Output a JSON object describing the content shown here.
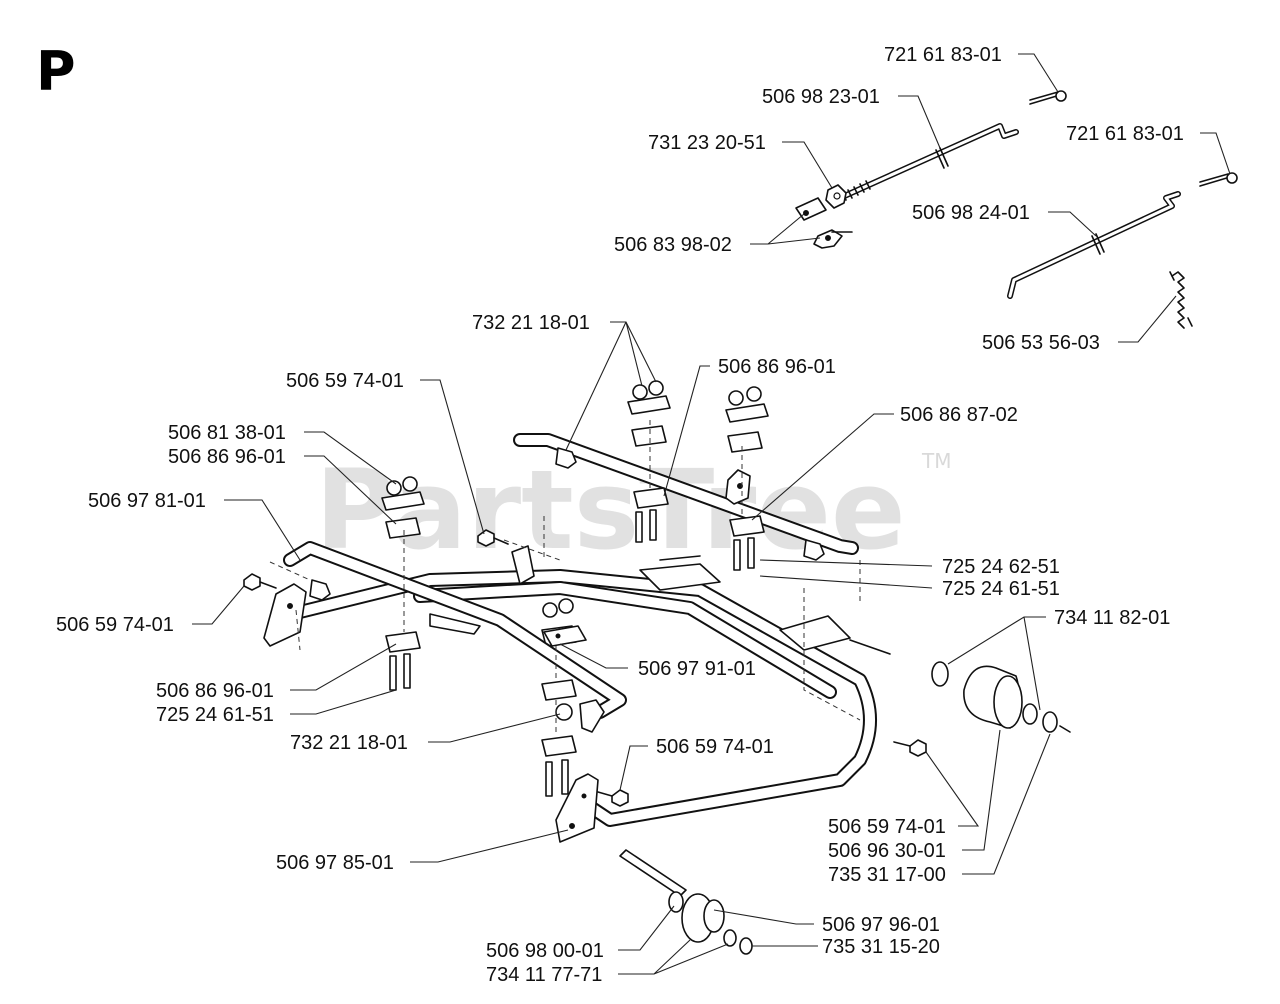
{
  "section": {
    "letter": "P"
  },
  "watermark": {
    "text": "PartsTree",
    "trademark": "TM"
  },
  "labels": {
    "l01": "721 61 83-01",
    "l02": "506 98 23-01",
    "l03": "731 23 20-51",
    "l04": "721 61 83-01",
    "l05": "506 98 24-01",
    "l06": "506 83 98-02",
    "l07": "506 53 56-03",
    "l08": "732 21 18-01",
    "l09": "506 86 96-01",
    "l10": "506 59 74-01",
    "l11": "506 86 87-02",
    "l12": "506 81 38-01",
    "l13": "506 86 96-01",
    "l14": "506 97 81-01",
    "l15": "725 24 62-51",
    "l16": "725 24 61-51",
    "l17": "506 59 74-01",
    "l18": "734 11 82-01",
    "l19": "506 97 91-01",
    "l20": "506 86 96-01",
    "l21": "725 24 61-51",
    "l22": "732 21 18-01",
    "l23": "506 59 74-01",
    "l24": "506 59 74-01",
    "l25": "506 96 30-01",
    "l26": "735 31 17-00",
    "l27": "506 97 85-01",
    "l28": "506 97 96-01",
    "l29": "506 98 00-01",
    "l30": "735 31 15-20",
    "l31": "734 11 77-71"
  }
}
